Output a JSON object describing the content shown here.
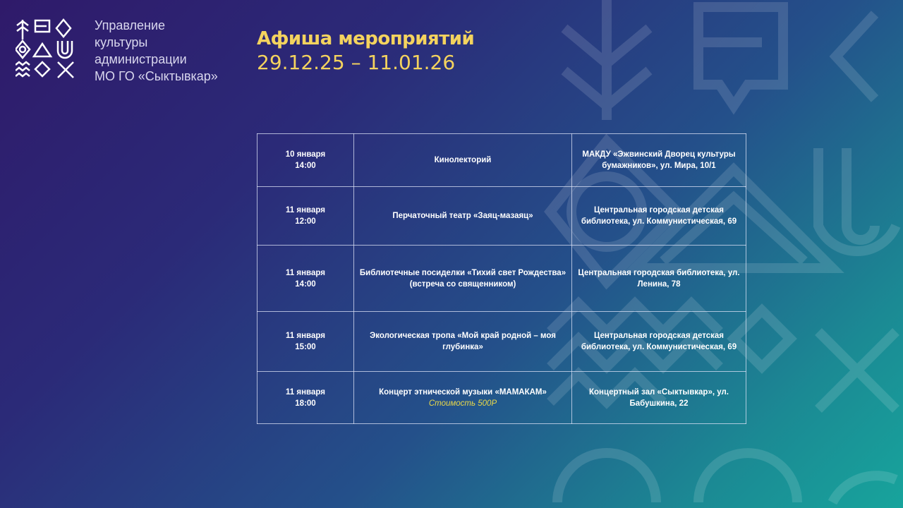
{
  "header": {
    "org_lines": [
      "Управление",
      "культуры",
      "администрации",
      "МО ГО «Сыктывкар»"
    ],
    "title": "Афиша мероприятий",
    "dates": "29.12.25 – 11.01.26"
  },
  "events": [
    {
      "date": "10 января",
      "time": "14:00",
      "name": "Кинолекторий",
      "place": "МАКДУ «Эжвинский Дворец культуры бумажников», ул. Мира, 10/1"
    },
    {
      "date": "11 января",
      "time": "12:00",
      "name": "Перчаточный театр «Заяц-мазаяц»",
      "place": "Центральная городская детская библиотека, ул. Коммунистическая, 69"
    },
    {
      "date": "11 января",
      "time": "14:00",
      "name": "Библиотечные посиделки «Тихий свет Рождества» (встреча со священником)",
      "place": "Центральная городская библиотека, ул. Ленина, 78"
    },
    {
      "date": "11 января",
      "time": "15:00",
      "name": "Экологическая тропа «Мой край родной – моя глубинка»",
      "place": "Центральная городская детская библиотека, ул. Коммунистическая, 69"
    },
    {
      "date": "11 января",
      "time": "18:00",
      "name": "Концерт этнической музыки «МАМАКАМ»",
      "price": "Стоимость 500Р",
      "place": "Концертный зал «Сыктывкар», ул. Бабушкина, 22"
    }
  ],
  "colors": {
    "accent": "#f4d35e",
    "price": "#e8d84a"
  }
}
